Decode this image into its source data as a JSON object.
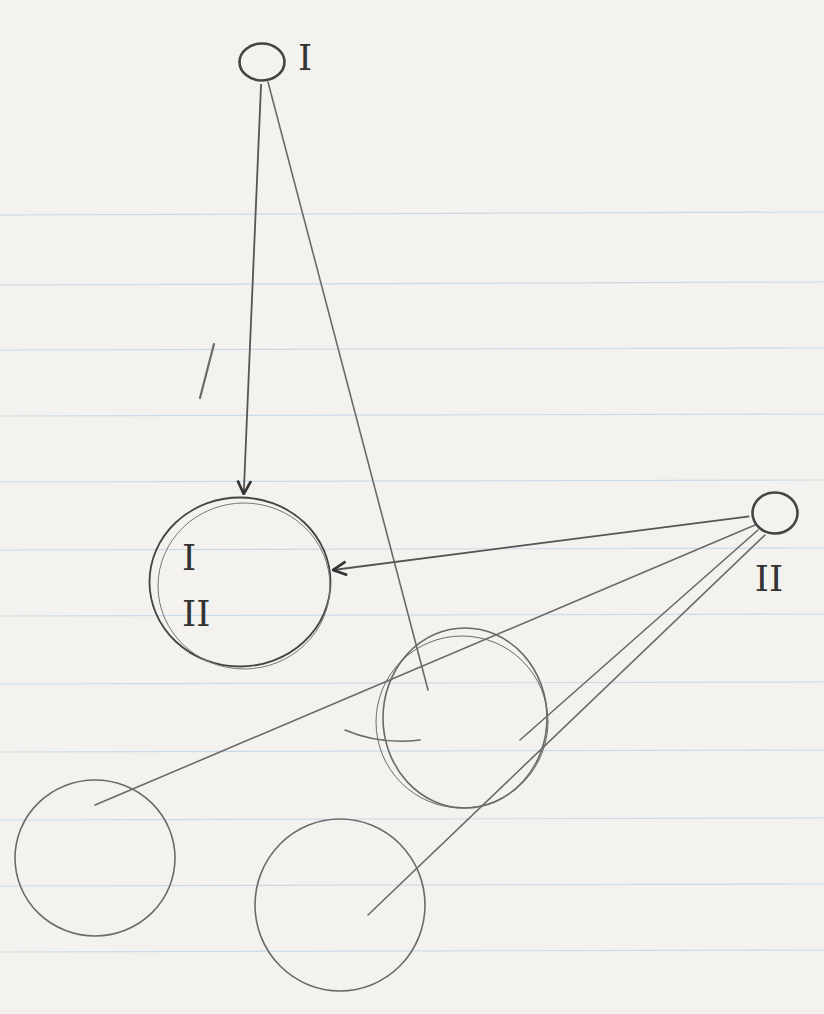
{
  "diagram": {
    "nodes": [
      {
        "text": [
          "I"
        ]
      },
      {
        "text": [
          "I",
          "II"
        ]
      },
      {
        "text": [
          "II"
        ]
      }
    ],
    "edges": [
      {
        "from": 0,
        "to": 1,
        "arrow": "to"
      },
      {
        "from": 2,
        "to": 1,
        "arrow": "to"
      }
    ]
  }
}
